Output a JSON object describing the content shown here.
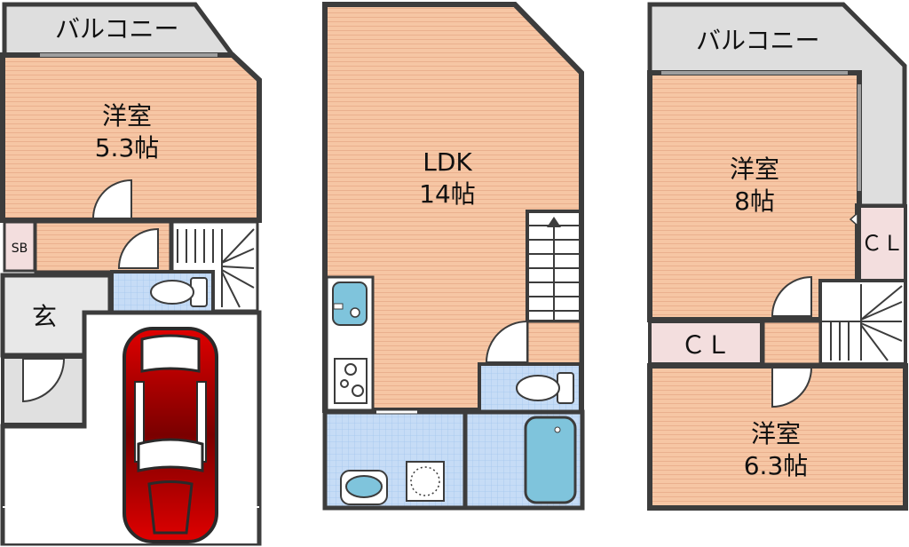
{
  "colors": {
    "room_wood": "#f6c6a4",
    "room_wood_line": "#e7a886",
    "tile": "#c6dcf6",
    "tile_line": "#9ec2ec",
    "balcony": "#dedede",
    "closet": "#f3dede",
    "wall": "#3c3c3c",
    "fixture": "#7fc4dc",
    "car_red": "#d40000"
  },
  "floor1": {
    "balcony": "バルコニー",
    "room_name": "洋室",
    "room_size": "5.3帖",
    "sb": "SB",
    "entrance": "玄"
  },
  "floor2": {
    "ldk_name": "LDK",
    "ldk_size": "14帖"
  },
  "floor3": {
    "balcony": "バルコニー",
    "room1_name": "洋室",
    "room1_size": "8帖",
    "cl1": "ＣＬ",
    "cl2": "ＣＬ",
    "room2_name": "洋室",
    "room2_size": "6.3帖"
  }
}
